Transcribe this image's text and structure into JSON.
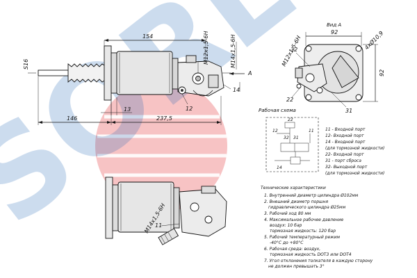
{
  "watermark": {
    "text": "SORL"
  },
  "colors": {
    "watermark_blue": "#1e63b4",
    "watermark_red": "#e2262a",
    "line": "#111111"
  },
  "top_view": {
    "dims": {
      "d154": "154",
      "thread_top": "M12x1,5-6H",
      "thread_side": "M14x1,5-6H",
      "s16": "S16",
      "port12": "12",
      "port14": "14",
      "d13": "13",
      "d146": "146",
      "d2375": "237,5",
      "arrowA": "A"
    }
  },
  "view_a": {
    "title": "Вид А",
    "d92_top": "92",
    "holes": "4хØ10,9",
    "d92_side": "92",
    "thread": "M12x1,5-6H",
    "p32": "32",
    "p22": "22",
    "p31": "31"
  },
  "schema": {
    "title": "Рабочая схема",
    "labels": {
      "p22": "22",
      "p12": "12",
      "p32": "32",
      "p31": "31",
      "p11": "11",
      "p14": "14"
    }
  },
  "ports": [
    "11 - Входной порт",
    "12- Входной порт",
    "14 - Входной порт",
    "(для тормозной жидкости)",
    "22- Входной порт",
    "31 - порт сброса",
    "32- Выходной порт",
    "(для тормозной жидкости)"
  ],
  "specs": {
    "title": "Технические характеристики",
    "lines": [
      "1. Внутренний диаметр цилиндра Ø102мм",
      "2. Внешний диаметр поршня",
      "гидравлического цилиндра Ø25мм",
      "3. Рабочий ход 80 мм",
      "4. Максимальное рабочее давление",
      "воздух: 10 бар",
      "тормозная жидкость: 120 бар",
      "5. Рабочий температурный режим",
      "-40°С до +80°С",
      "6. Рабочая среда: воздух,",
      "тормозная жидкость DOT3 или DOT4",
      "7. Угол отклонения толкателя в каждую сторону",
      "не должен превышать 3°"
    ]
  },
  "bottom_view": {
    "thread": "M14x1,5-6H",
    "port11": "11"
  }
}
